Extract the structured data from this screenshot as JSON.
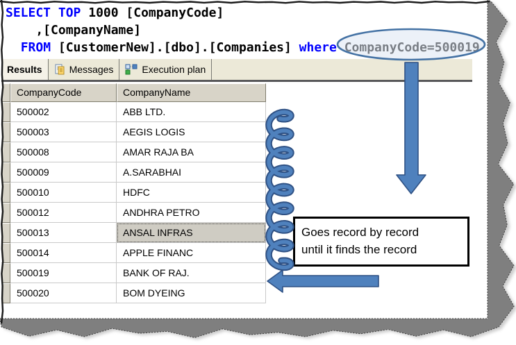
{
  "query": {
    "lines": [
      {
        "segments": [
          {
            "text": "SELECT",
            "type": "keyword"
          },
          {
            "text": " ",
            "type": "plain"
          },
          {
            "text": "TOP",
            "type": "keyword"
          },
          {
            "text": " 1000 [CompanyCode]",
            "type": "plain"
          }
        ]
      },
      {
        "segments": [
          {
            "text": "    ,[CompanyName]",
            "type": "plain"
          }
        ]
      },
      {
        "segments": [
          {
            "text": "  ",
            "type": "plain"
          },
          {
            "text": "FROM",
            "type": "keyword"
          },
          {
            "text": " [CustomerNew].[dbo].[Companies] ",
            "type": "plain"
          },
          {
            "text": "where",
            "type": "keyword"
          },
          {
            "text": " CompanyCode=500019",
            "type": "plain"
          }
        ]
      }
    ]
  },
  "tabs": [
    {
      "label": "Results",
      "active": true,
      "icon": null
    },
    {
      "label": "Messages",
      "active": false,
      "icon": "messages-icon"
    },
    {
      "label": "Execution plan",
      "active": false,
      "icon": "execution-plan-icon"
    }
  ],
  "grid": {
    "columns": [
      "CompanyCode",
      "CompanyName"
    ],
    "rows": [
      [
        "500002",
        "ABB LTD."
      ],
      [
        "500003",
        "AEGIS LOGIS"
      ],
      [
        "500008",
        "AMAR RAJA BA"
      ],
      [
        "500009",
        "A.SARABHAI"
      ],
      [
        "500010",
        "HDFC"
      ],
      [
        "500012",
        "ANDHRA PETRO"
      ],
      [
        "500013",
        "ANSAL INFRAS"
      ],
      [
        "500014",
        "APPLE FINANC"
      ],
      [
        "500019",
        "BANK OF RAJ."
      ],
      [
        "500020",
        "BOM DYEING"
      ]
    ],
    "selected": {
      "row": 6,
      "col": 1,
      "value": "ANSAL INFRAS"
    }
  },
  "annotations": {
    "circle_highlight_text": "CompanyCode=500019",
    "callout_lines": [
      "Goes record by record",
      "until it finds the record"
    ]
  },
  "colors": {
    "keyword": "#0000ff",
    "annotation_blue": "#4f81bd",
    "annotation_blue_dark": "#2f5184",
    "ellipse_fill": "#dce6f2",
    "tab_strip_bg": "#ece9d8",
    "header_bg": "#d8d4c8",
    "selected_cell_bg": "#cfccc3",
    "torn_edge_gray": "#7f7f7f"
  }
}
